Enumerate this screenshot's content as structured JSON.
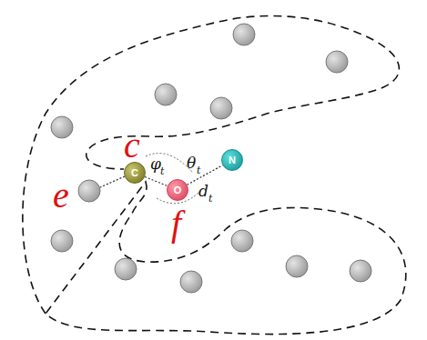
{
  "diagram": {
    "nodes": [
      {
        "text": [
          "C"
        ]
      },
      {
        "text": [
          "O"
        ]
      },
      {
        "text": [
          "N"
        ]
      }
    ],
    "edges": [
      {
        "from": 0,
        "to": 1,
        "arrow": "none"
      },
      {
        "from": 1,
        "to": 2,
        "arrow": "none"
      }
    ],
    "labels": [
      "c",
      "e",
      "f",
      "φ",
      "t",
      "θ",
      "t",
      "d",
      "t"
    ]
  }
}
